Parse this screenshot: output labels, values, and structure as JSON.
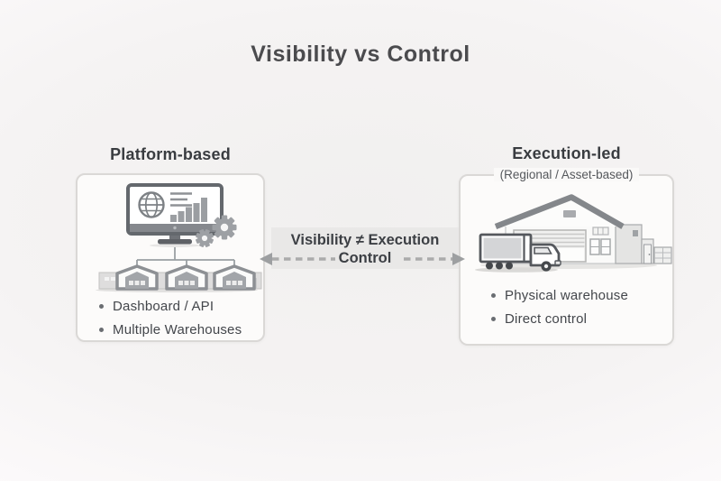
{
  "title": "Visibility vs Control",
  "left_panel": {
    "heading": "Platform-based",
    "bullets": [
      "Dashboard / API",
      "Multiple Warehouses"
    ],
    "icons": [
      "monitor-dashboard",
      "globe",
      "bar-chart",
      "gears",
      "warehouse-row"
    ]
  },
  "connector": {
    "line1": "Visibility ≠ Execution",
    "line2": "Control",
    "icon": "double-headed-dashed-arrow"
  },
  "right_panel": {
    "heading": "Execution-led",
    "subheading": "(Regional / Asset-based)",
    "bullets": [
      "Physical warehouse",
      "Direct control"
    ],
    "icons": [
      "warehouse-building",
      "delivery-truck"
    ]
  },
  "colors": {
    "background_center": "#f1f0ef",
    "background_edge": "#fdfbfc",
    "card_bg": "#fcfbfa",
    "card_border": "#dad8d6",
    "band_bg": "#e9e8e7",
    "arrow": "#9d9fa1",
    "dash": "#ababab",
    "title_text": "#4b4b4e",
    "heading_text": "#393c40",
    "body_text": "#43464b",
    "illustration_dark": "#55585d",
    "illustration_mid": "#9a9da1",
    "illustration_light": "#dedddd"
  }
}
